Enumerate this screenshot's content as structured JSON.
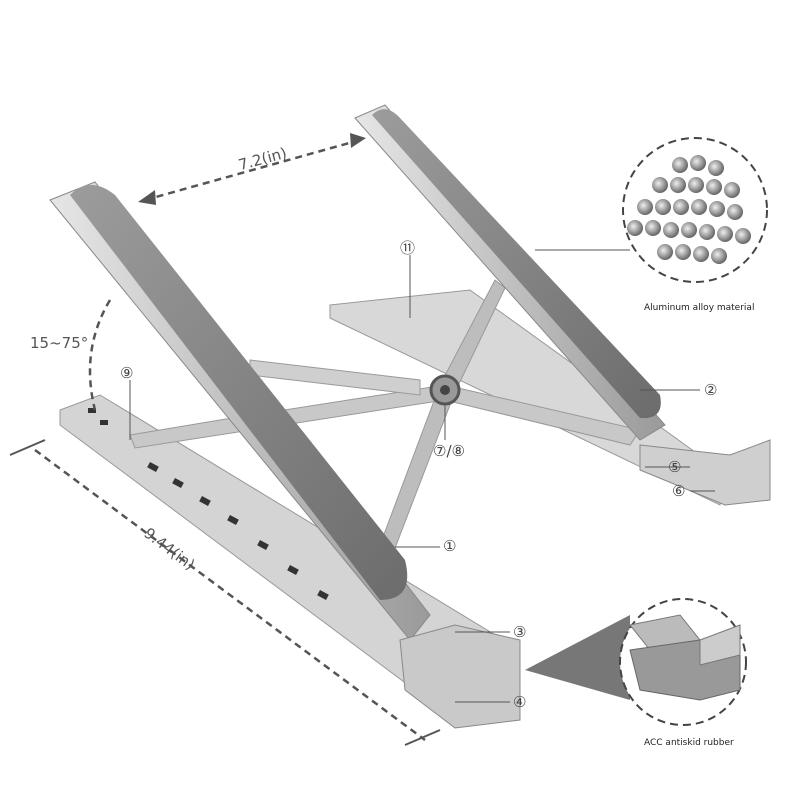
{
  "dimensions": {
    "width_label": "7.2(in)",
    "angle_label": "15~75°",
    "length_label": "9.44(in)"
  },
  "callouts": {
    "c1": "①",
    "c2": "②",
    "c3": "③",
    "c4": "④",
    "c5": "⑤",
    "c6": "⑥",
    "c78": "⑦/⑧",
    "c9": "⑨",
    "c11": "⑪"
  },
  "insets": {
    "material_caption": "Aluminum alloy material",
    "rubber_caption": "ACC antiskid rubber"
  },
  "colors": {
    "metal_light": "#d9d9d9",
    "metal_mid": "#a9a9a9",
    "metal_dark": "#6f6f6f",
    "dash": "#555555"
  }
}
